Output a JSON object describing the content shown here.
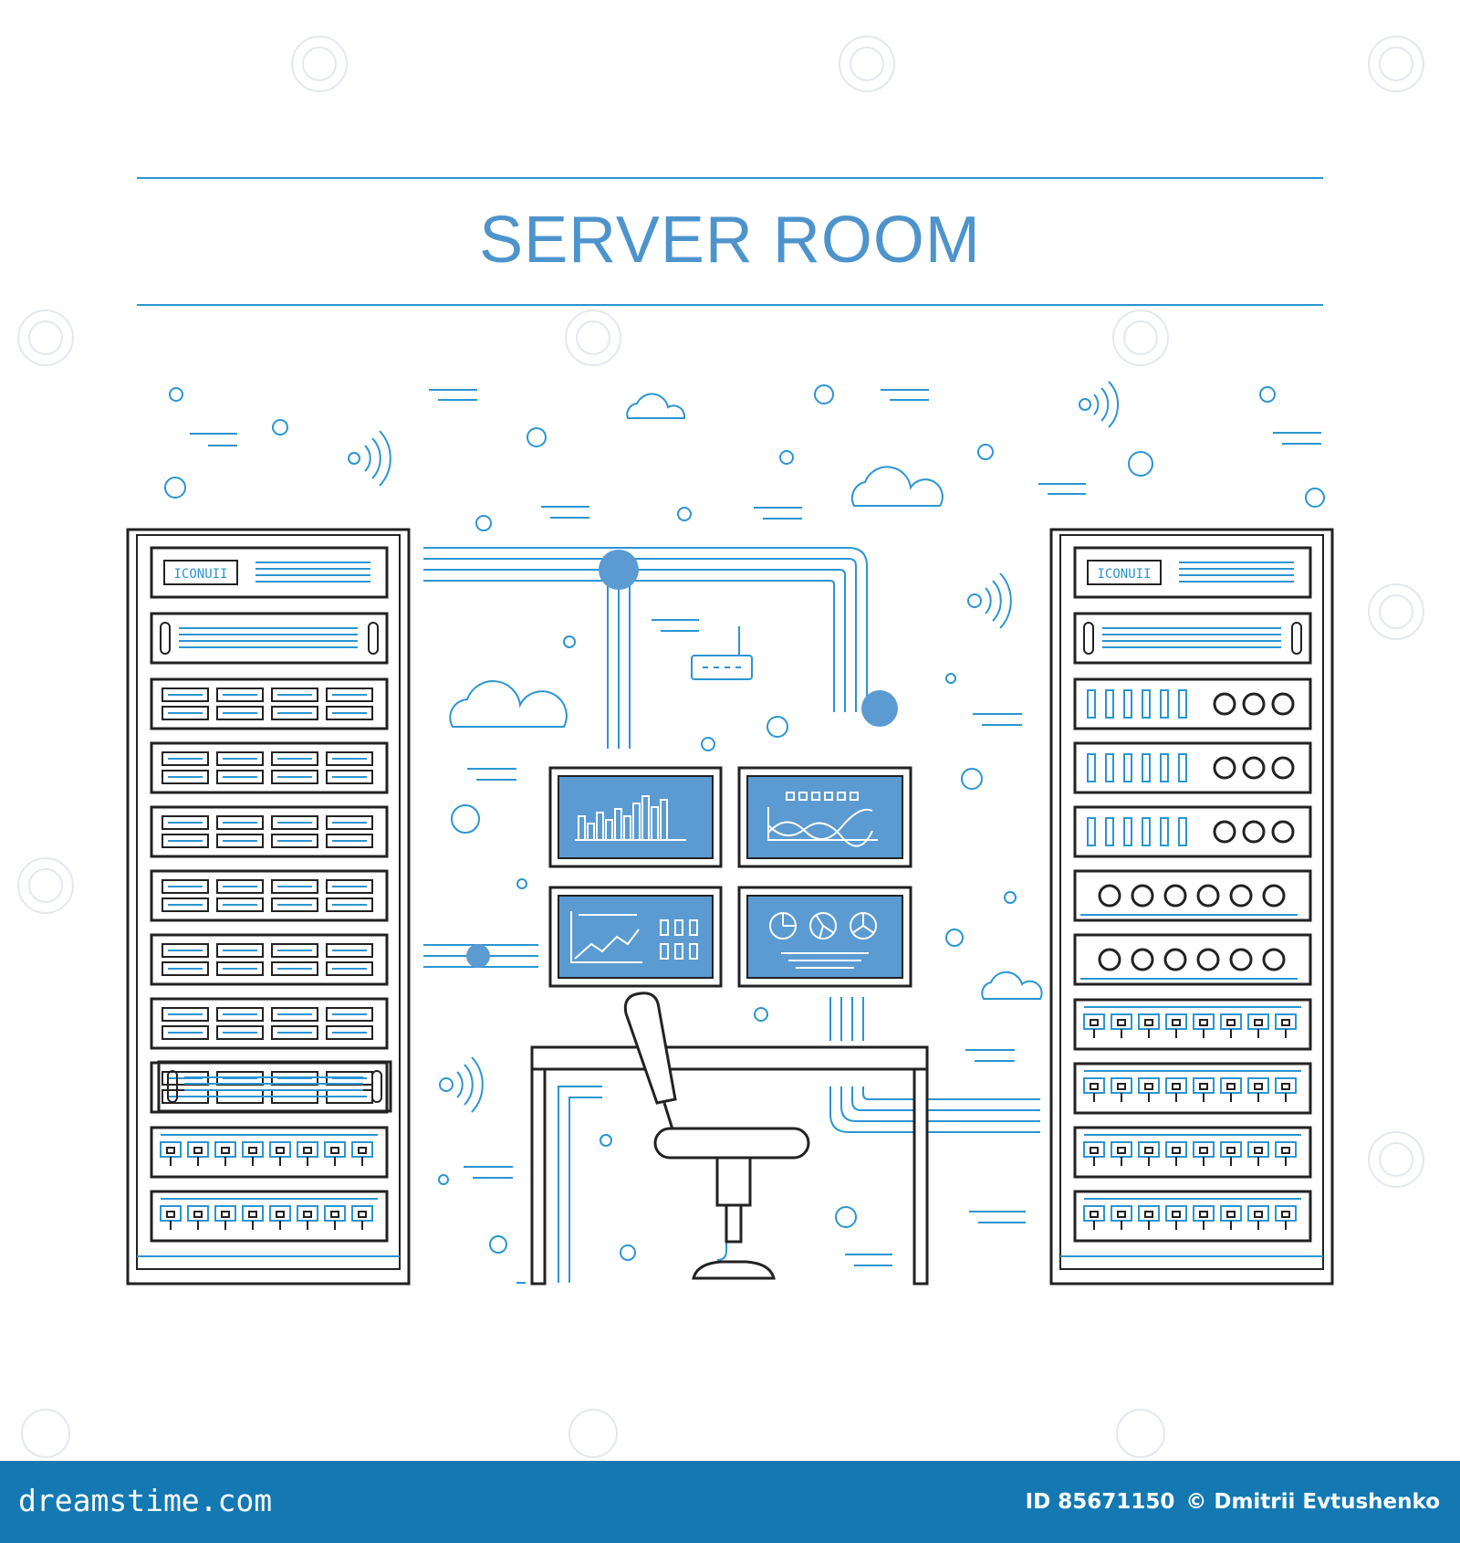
{
  "title": "SERVER ROOM",
  "rack_badge": "ICONUII",
  "footer": {
    "brand": "dreamstime.com",
    "id_label": "ID 85671150",
    "copyright": "© Dmitrii Evtushenko"
  },
  "colors": {
    "accent": "#4e94cc",
    "line": "#2a95d2",
    "screen": "#5b9bd1",
    "outline": "#222222",
    "footer": "#1479b3"
  }
}
